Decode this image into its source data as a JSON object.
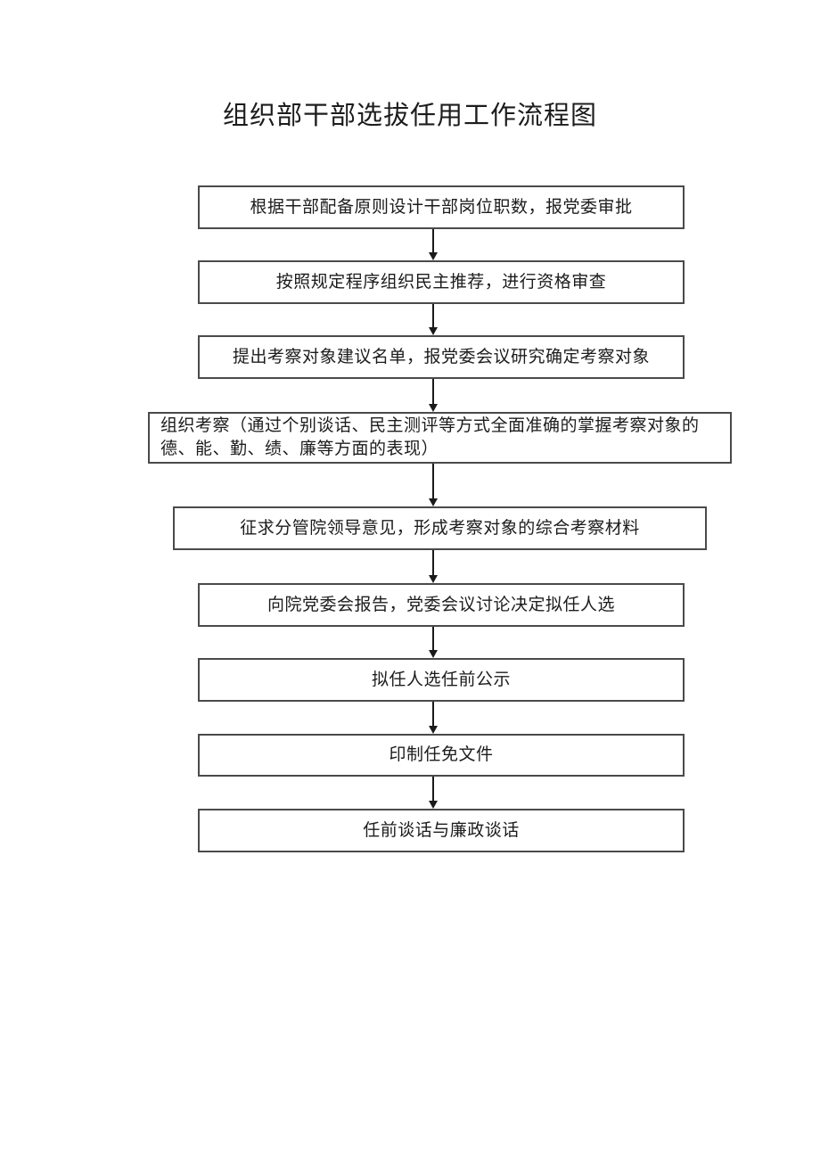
{
  "title": "组织部干部选拔任用工作流程图",
  "flow": {
    "steps": [
      {
        "text": "根据干部配备原则设计干部岗位职数，报党委审批"
      },
      {
        "text": "按照规定程序组织民主推荐，进行资格审查"
      },
      {
        "text": "提出考察对象建议名单，报党委会议研究确定考察对象"
      },
      {
        "text": "组织考察（通过个别谈话、民主测评等方式全面准确的掌握考察对象的德、能、勤、绩、廉等方面的表现）"
      },
      {
        "text": "征求分管院领导意见，形成考察对象的综合考察材料"
      },
      {
        "text": "向院党委会报告，党委会议讨论决定拟任人选"
      },
      {
        "text": "拟任人选任前公示"
      },
      {
        "text": "印制任免文件"
      },
      {
        "text": "任前谈话与廉政谈话"
      }
    ],
    "connector_count": 8,
    "connector_direction": "down"
  },
  "colors": {
    "background": "#ffffff",
    "box_border": "#4a4a4a",
    "text": "#1c1c1c",
    "arrow": "#1a1a1a"
  }
}
